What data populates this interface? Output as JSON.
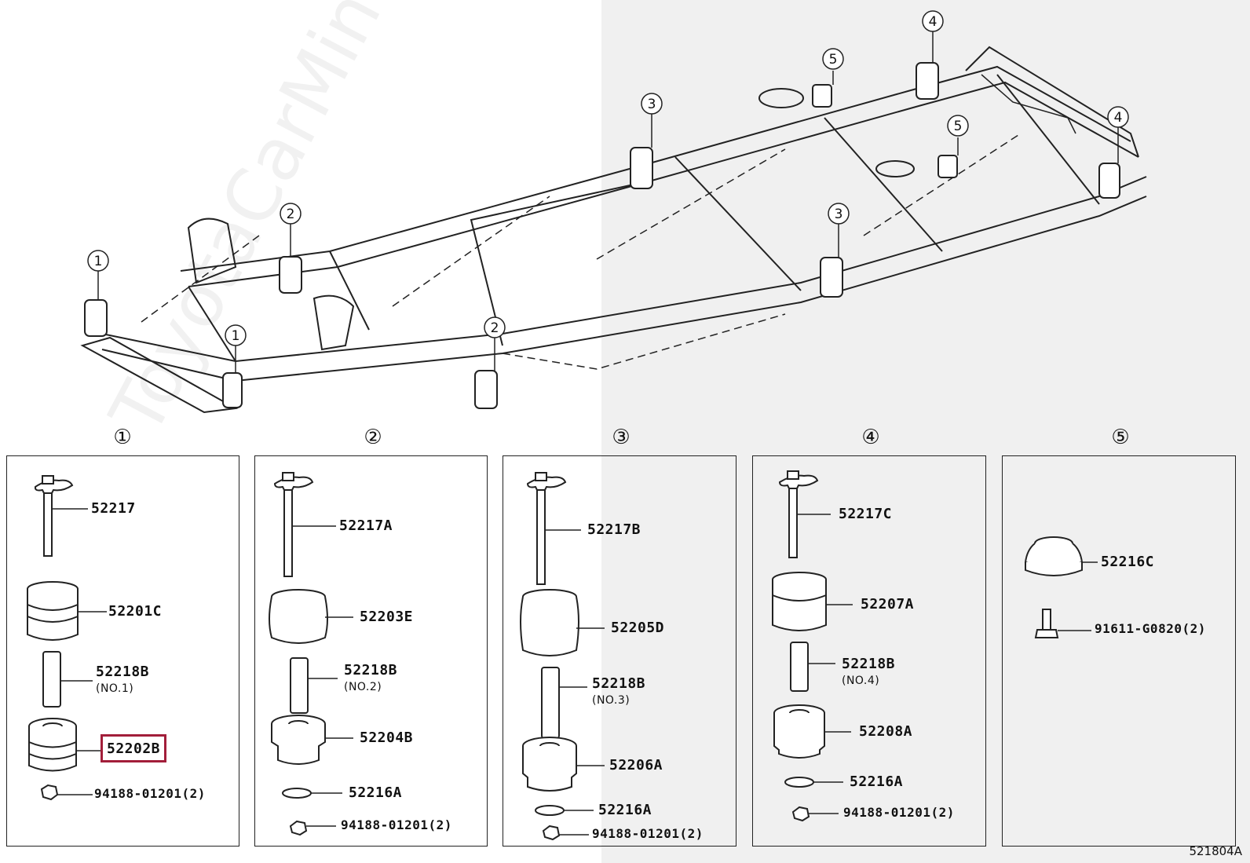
{
  "watermark": "ToyotaCarMine.ru",
  "callout_markers": [
    "①",
    "②",
    "③",
    "④",
    "⑤"
  ],
  "groups": [
    {
      "title": "①",
      "parts": [
        {
          "number": "52217"
        },
        {
          "number": "52201C"
        },
        {
          "number": "52218B",
          "note": "(NO.1)"
        },
        {
          "number": "52202B",
          "highlighted": true
        },
        {
          "number": "94188-01201(2)"
        }
      ]
    },
    {
      "title": "②",
      "parts": [
        {
          "number": "52217A"
        },
        {
          "number": "52203E"
        },
        {
          "number": "52218B",
          "note": "(NO.2)"
        },
        {
          "number": "52204B"
        },
        {
          "number": "52216A"
        },
        {
          "number": "94188-01201(2)"
        }
      ]
    },
    {
      "title": "③",
      "parts": [
        {
          "number": "52217B"
        },
        {
          "number": "52205D"
        },
        {
          "number": "52218B",
          "note": "(NO.3)"
        },
        {
          "number": "52206A"
        },
        {
          "number": "52216A"
        },
        {
          "number": "94188-01201(2)"
        }
      ]
    },
    {
      "title": "④",
      "parts": [
        {
          "number": "52217C"
        },
        {
          "number": "52207A"
        },
        {
          "number": "52218B",
          "note": "(NO.4)"
        },
        {
          "number": "52208A"
        },
        {
          "number": "52216A"
        },
        {
          "number": "94188-01201(2)"
        }
      ]
    },
    {
      "title": "⑤",
      "parts": [
        {
          "number": "52216C"
        },
        {
          "number": "91611-G0820(2)"
        }
      ]
    }
  ],
  "diagram_code": "521804A",
  "colors": {
    "highlight": "#a21e3a",
    "line": "#222222",
    "shade": "#f0f0f0"
  }
}
